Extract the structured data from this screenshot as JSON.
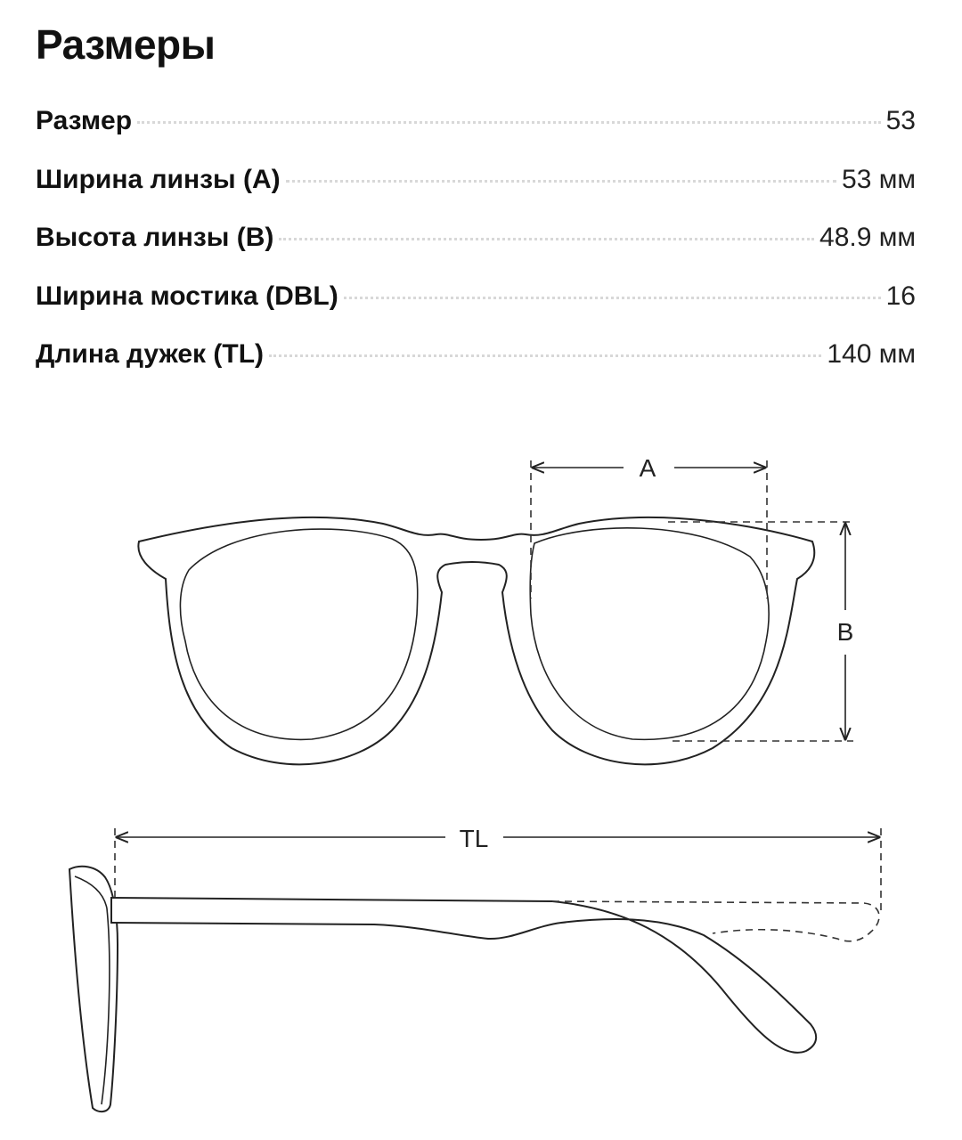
{
  "page": {
    "title": "Размеры"
  },
  "specs": [
    {
      "label": "Размер",
      "value": "53"
    },
    {
      "label": "Ширина линзы (A)",
      "value": "53 мм"
    },
    {
      "label": "Высота линзы (B)",
      "value": "48.9 мм"
    },
    {
      "label": "Ширина мостика (DBL)",
      "value": "16"
    },
    {
      "label": "Длина дужек (TL)",
      "value": "140 мм"
    }
  ],
  "diagram": {
    "label_a": "A",
    "label_b": "B",
    "label_tl": "TL"
  }
}
